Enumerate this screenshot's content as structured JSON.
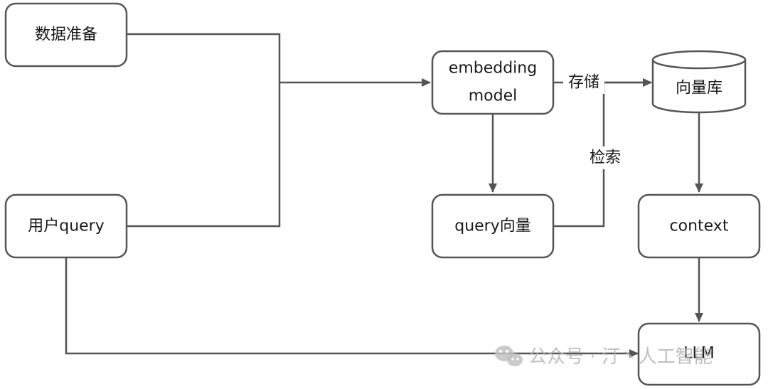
{
  "nodes": {
    "data_prep": "数据准备",
    "user_query": "用户query",
    "embedding_line1": "embedding",
    "embedding_line2": "model",
    "query_vector": "query向量",
    "vector_db": "向量库",
    "context": "context",
    "llm": "LLM"
  },
  "edges": {
    "store": "存储",
    "retrieve": "检索"
  },
  "watermark": {
    "text": "公众号 · 汀丶人工智能",
    "icon": "wechat-icon"
  },
  "colors": {
    "stroke": "#555555",
    "text": "#1a1a1a",
    "background": "#ffffff",
    "watermark": "#b5b5b5"
  }
}
